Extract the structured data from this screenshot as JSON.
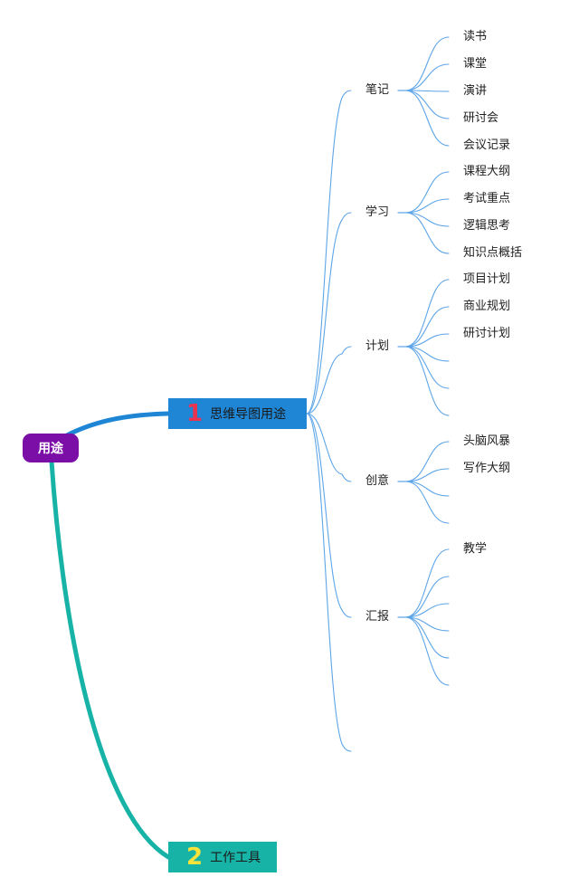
{
  "colors": {
    "root_bg": "#7a0ea6",
    "branch1_bg": "#1f86d6",
    "branch1_num": "#e8344e",
    "branch1_line": "#1f86d6",
    "branch2_bg": "#17b3a6",
    "branch2_num": "#f7e33b",
    "branch2_line": "#17b3a6",
    "thin_line": "#5da5e8"
  },
  "root": {
    "label": "用途"
  },
  "branches": [
    {
      "number": "1",
      "label": "思维导图用途",
      "children": [
        {
          "label": "笔记",
          "leaves": [
            "读书",
            "课堂",
            "演讲",
            "研讨会",
            "会议记录"
          ]
        },
        {
          "label": "学习",
          "leaves": [
            "课程大纲",
            "考试重点",
            "逻辑思考",
            "知识点概括"
          ]
        },
        {
          "label": "计划",
          "leaves": [
            "项目计划",
            "商业规划",
            "研讨计划",
            "",
            "",
            ""
          ]
        },
        {
          "label": "创意",
          "leaves": [
            "头脑风暴",
            "写作大纲",
            "",
            ""
          ]
        },
        {
          "label": "汇报",
          "leaves": [
            "教学",
            "",
            "",
            "",
            "",
            ""
          ]
        },
        {
          "label": "",
          "leaves": []
        }
      ]
    },
    {
      "number": "2",
      "label": "工作工具",
      "children": []
    }
  ]
}
